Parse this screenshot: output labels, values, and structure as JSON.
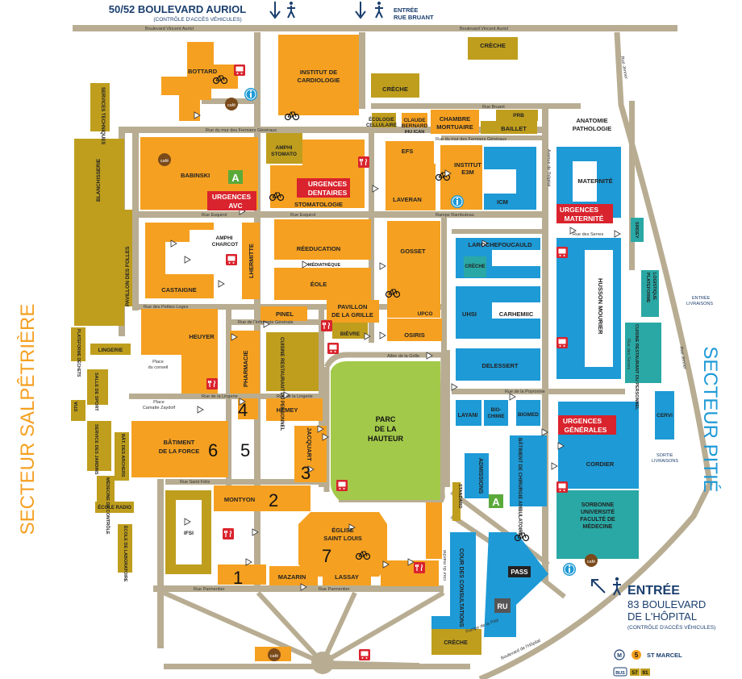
{
  "colors": {
    "orange": "#f5a021",
    "blue": "#1e9ad6",
    "olive": "#bf9e1e",
    "teal": "#2aa8a5",
    "green": "#a3c94a",
    "road": "#b8ad92",
    "red": "#d9232d",
    "navy": "#1a3e6e",
    "sector": "#f5a021"
  },
  "top": {
    "auriol_title": "50/52 BOULEVARD AURIOL",
    "auriol_sub": "(CONTRÔLE D'ACCÈS VÉHICULES)",
    "bruant_line1": "ENTRÉE",
    "bruant_line2": "RUE BRUANT"
  },
  "sectors": {
    "left": "SECTEUR SALPÊTRIÈRE",
    "right": "SECTEUR PITIÉ"
  },
  "entrance": {
    "title": "ENTRÉE",
    "line1": "83 BOULEVARD",
    "line2": "DE L'HÔPITAL",
    "sub": "(CONTRÔLE D'ACCÈS VÉHICULES)"
  },
  "transit": {
    "metro_letter": "M",
    "metro_line": "5",
    "metro_station": "ST MARCEL",
    "bus_label": "BUS",
    "bus1": "57",
    "bus2": "91"
  },
  "side_notes": {
    "entree_livraisons_1": "ENTRÉE",
    "entree_livraisons_2": "LIVRAISONS",
    "sortie_livraisons_1": "SORTIE",
    "sortie_livraisons_2": "LIVRAISONS"
  },
  "streets": {
    "vincent_auriol_1": "Boulevard Vincent Auriol",
    "vincent_auriol_2": "Boulevard Vincent Auriol",
    "bruant": "Rue Bruant",
    "fermiers": "Rue du mur des Fermiers Généraux",
    "fermiers2": "Rue du mur des Fermiers Généraux",
    "esquirol": "Rue Esquirol",
    "esquirol2": "Rue Esquirol",
    "rambuteau": "Rampe Rambuteau",
    "petites_loges": "Rue des Petites Loges",
    "infirmerie": "Rue de l'Infirmerie Générale",
    "lingerie": "Rue de la Lingerie",
    "lingerie2": "Rue de la Lingerie",
    "allee_grille": "Allée de la Grille",
    "saint_felix": "Rue Saint Félix",
    "parmentier": "Rue Parmentier",
    "parmentier2": "Rue Parmentier",
    "poyronnie": "Rue de la Poyronnie",
    "jenner": "Rue Jenner",
    "jenner2": "Rue Jenner",
    "bd_hopital": "Boulevard de l'Hôpital",
    "rampe_pitie": "Rampe de la Pitié",
    "cour_marche": "cour du marché",
    "serres": "Rue des Serres",
    "serres2": "Rue des Serres",
    "avenue_hopital": "Avenue de l'hôpital"
  },
  "badges": {
    "urgences_avc_1": "URGENCES",
    "urgences_avc_2": "AVC",
    "urgences_dentaires_1": "URGENCES",
    "urgences_dentaires_2": "DENTAIRES",
    "urgences_maternite_1": "URGENCES",
    "urgences_maternite_2": "MATERNITÉ",
    "urgences_generales_1": "URGENCES",
    "urgences_generales_2": "GÉNÉRALES",
    "cafe": "café",
    "pass": "PASS",
    "ru": "RU",
    "parking_a": "A"
  },
  "park": {
    "line1": "PARC",
    "line2": "DE LA",
    "line3": "HAUTEUR"
  },
  "zones": [
    "1",
    "2",
    "3",
    "4",
    "5",
    "6",
    "7"
  ],
  "labels": {
    "bottard": "BOTTARD",
    "institut_cardio_1": "INSTITUT DE",
    "institut_cardio_2": "CARDIOLOGIE",
    "creche_top": "CRÈCHE",
    "creche_mid": "CRÈCHE",
    "creche_small": "CRÈCHE",
    "creche_bottom": "CRÈCHE",
    "services_tech": "SERVICES TECHNIQUES",
    "ecologie_1": "ÉCOLOGIE",
    "ecologie_2": "CELLULAIRE",
    "claude_1": "CLAUDE",
    "claude_2": "BERNARD",
    "ihu": "IHU ICAN",
    "chambre_1": "CHAMBRE",
    "chambre_2": "MORTUAIRE",
    "prb": "PRB",
    "baillet": "BAILLET",
    "anatomie_1": "ANATOMIE",
    "anatomie_2": "PATHOLOGIE",
    "babinski": "BABINSKI",
    "amphi_stomato_1": "AMPHI",
    "amphi_stomato_2": "STOMATO",
    "efs": "EFS",
    "institut_e3m_1": "INSTITUT",
    "institut_e3m_2": "E3M",
    "maternite": "MATERNITÉ",
    "laveran": "LAVERAN",
    "icm": "ICM",
    "stomatologie": "STOMATOLOGIE",
    "blanchisserie": "BLANCHISSERIE",
    "pavillon_folles": "PAVILLON DES FOLLES",
    "amphi_charcot_1": "AMPHI",
    "amphi_charcot_2": "CHARCOT",
    "lhermitte": "LHERMITTE",
    "reeducation": "RÉEDUCATION",
    "mediatheque": "MÉDIATHÈQUE",
    "ecole": "ÉOLE",
    "gosset": "GOSSET",
    "larochefoucauld": "LAROCHEFOUCAULD",
    "creche_blue": "CRÈCHE",
    "sirdey": "SIRDEY",
    "plateforme_log_1": "PLATEFORME",
    "plateforme_log_2": "LOGISTIQUE",
    "husson": "HUSSON MOURIER",
    "castaigne": "CASTAIGNE",
    "pinel": "PINEL",
    "pavillon_grille_1": "PAVILLON",
    "pavillon_grille_2": "DE LA GRILLE",
    "upco": "UPCO",
    "uhsi": "UHSI",
    "carhemiic": "CARHEMIIC",
    "osiris": "OSIRIS",
    "bievre": "BIÈVRE",
    "heuyer": "HEUYER",
    "place_conseil_1": "Place",
    "place_conseil_2": "du conseil",
    "pharmacie": "PHARMACIE",
    "cuisine_perso": "CUISINE RESTAURANT DU PERSONNEL",
    "cuisine_right": "CUISINE RESTAURANT DU PERSONNEL",
    "lingerie": "LINGERIE",
    "plateforme_dechets": "PLATEFORME DÉCHETS",
    "salle_sport": "SALLE DE SPORT",
    "delessert": "DELESSERT",
    "place_camatte_1": "Place",
    "place_camatte_2": "Camatte Zaydolf",
    "hemey": "HEMEY",
    "layani": "LAYANI",
    "biochimie_1": "BIO-",
    "biochimie_2": "CHIMIE",
    "biomed": "BIOMED",
    "cervi": "CERVI",
    "stia": "STIA",
    "service_jardins": "SERVICE DES JARDINS",
    "bat_archers": "BÂT. DES ARCHERS",
    "batiment_force_1": "BÂTIMENT",
    "batiment_force_2": "DE LA FORCE",
    "jacquart": "JACQUART",
    "cordier": "CORDIER",
    "admissions": "ADMISSIONS",
    "chirurgie": "BÂTIMENT DE CHIRURGIE AMBULATOIRE",
    "medecine_controle": "MÉDECINE DE CONTRÔLE",
    "ecole_radio": "ÉCOLE RADIO",
    "montyon": "MONTYON",
    "standard": "STANDARD",
    "sorbonne_1": "SORBONNE",
    "sorbonne_2": "UNIVERSITÉ",
    "sorbonne_3": "FACULTÉ DE",
    "sorbonne_4": "MÉDECINE",
    "ifsi": "IFSI",
    "eglise_1": "ÉGLISE",
    "eglise_2": "SAINT LOUIS",
    "ecole_labo": "ÉCOLE DE LABORATOIRE",
    "cour_consultations": "COUR DES CONSULTATIONS",
    "mazarin": "MAZARIN",
    "lassay": "LASSAY"
  }
}
